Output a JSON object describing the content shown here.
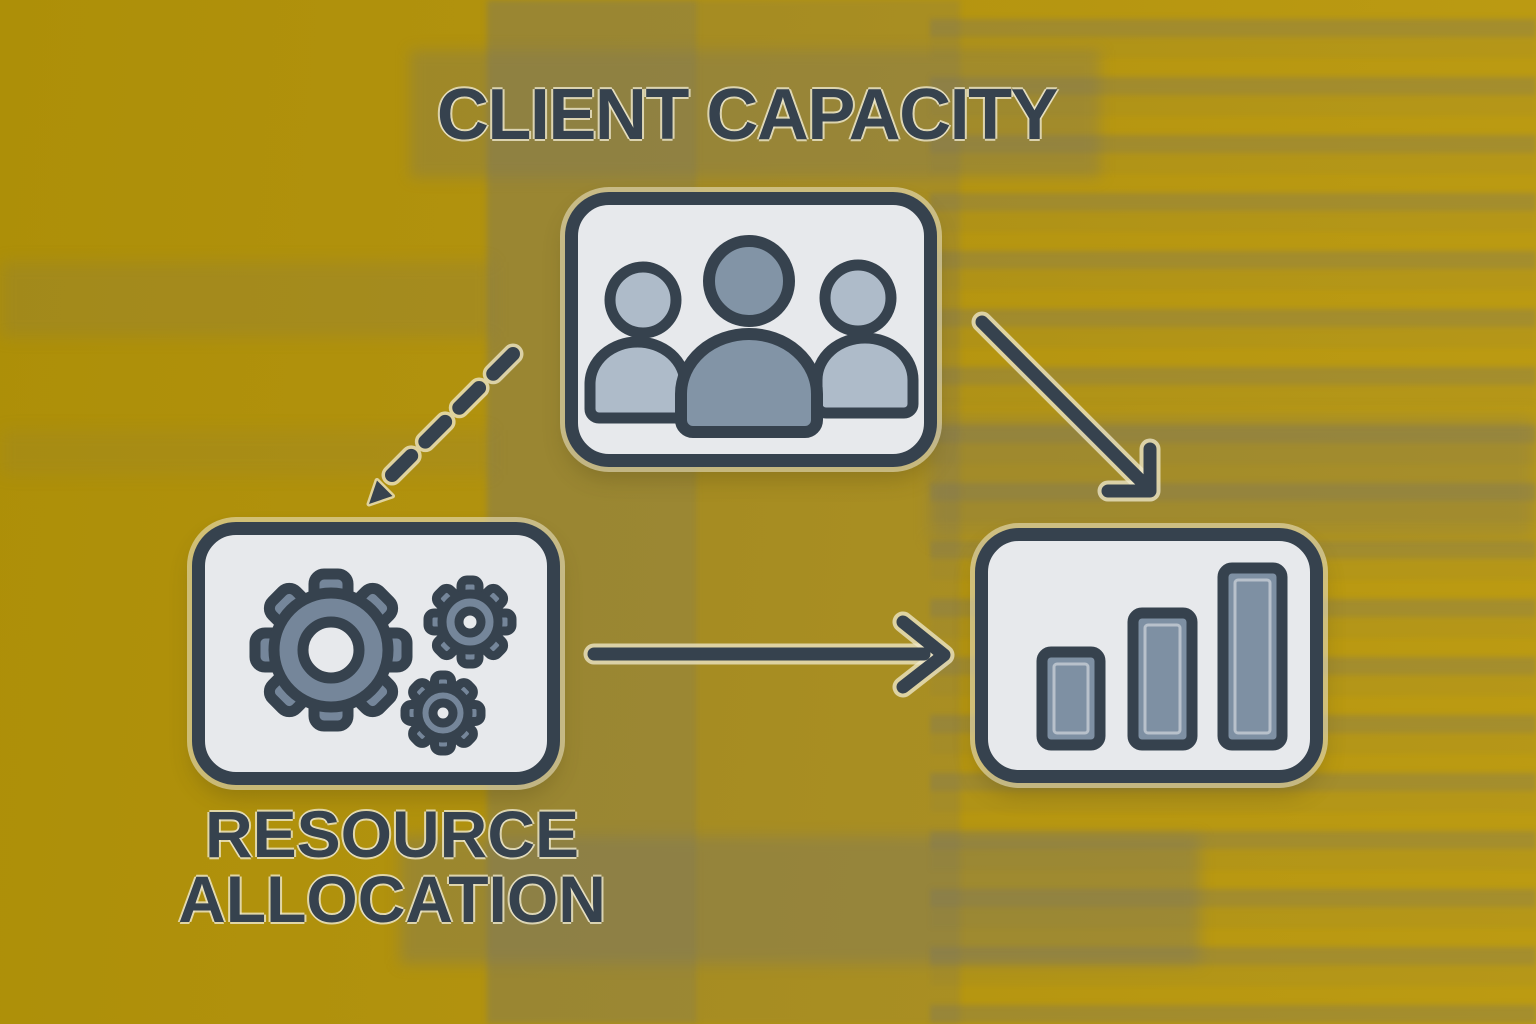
{
  "diagram": {
    "type": "flow-diagram",
    "nodes": {
      "client_capacity": {
        "label": "CLIENT CAPACITY",
        "icon": "people-group-icon",
        "icon_detail": "three person silhouettes, larger central figure"
      },
      "resource_allocation": {
        "label_line1": "RESOURCE",
        "label_line2": "ALLOCATION",
        "icon": "gears-icon",
        "icon_detail": "one large gear and two small gears"
      },
      "performance_chart": {
        "label": "",
        "icon": "bar-chart-icon",
        "icon_detail": "three vertical bars, ascending left to right",
        "bar_count": 3,
        "trend": "ascending"
      }
    },
    "edges": [
      {
        "from": "client_capacity",
        "to": "resource_allocation",
        "style": "dashed",
        "direction": "down-left"
      },
      {
        "from": "client_capacity",
        "to": "performance_chart",
        "style": "solid",
        "direction": "down-right"
      },
      {
        "from": "resource_allocation",
        "to": "performance_chart",
        "style": "solid",
        "direction": "right"
      }
    ],
    "colors": {
      "background_mustard": "#b19309",
      "background_streak_gray": "#787563",
      "outline_ink": "#36424e",
      "panel_fill": "#e7e9ec",
      "figure_mid_blue": "#8294a6",
      "figure_light_blue": "#aebbc9",
      "gear_fill": "#75869a",
      "bar_fill": "#7e90a3",
      "halo_cream": "#f0e9ce"
    }
  }
}
